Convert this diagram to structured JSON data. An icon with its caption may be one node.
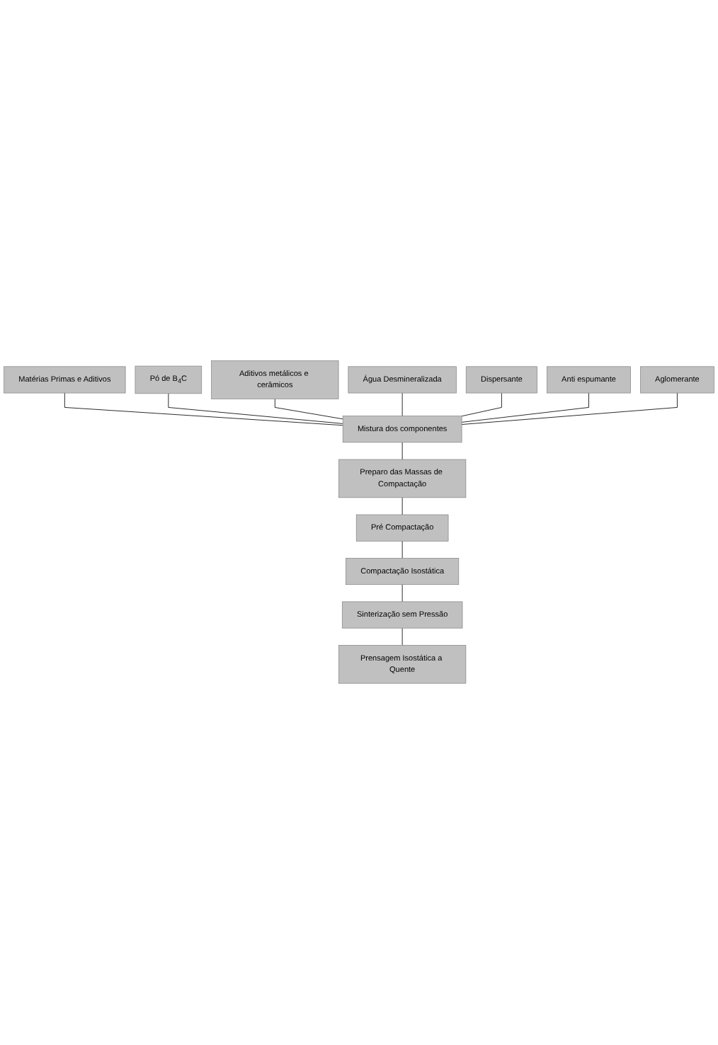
{
  "diagram": {
    "nodes": [
      {
        "text": [
          "Matérias Primas e Aditivos"
        ]
      },
      {
        "text": [
          "Pó de B$_{4}$C"
        ]
      },
      {
        "text": [
          "Aditivos metálicos e cerâmicos"
        ]
      },
      {
        "text": [
          "Água Desmineralizada"
        ]
      },
      {
        "text": [
          "Dispersante"
        ]
      },
      {
        "text": [
          "Anti espumante"
        ]
      },
      {
        "text": [
          "Aglomerante"
        ]
      },
      {
        "text": [
          "Mistura dos componentes"
        ]
      },
      {
        "text": [
          "Preparo das Massas de Compactação"
        ]
      },
      {
        "text": [
          "Pré Compactação"
        ]
      },
      {
        "text": [
          "Compactação Isostática"
        ]
      },
      {
        "text": [
          "Sinterização sem Pressão"
        ]
      },
      {
        "text": [
          "Prensagem Isostática a Quente"
        ]
      }
    ],
    "edges": [
      {
        "from": 0,
        "to": 7,
        "arrow": "none"
      },
      {
        "from": 1,
        "to": 7,
        "arrow": "none"
      },
      {
        "from": 2,
        "to": 7,
        "arrow": "none"
      },
      {
        "from": 3,
        "to": 7,
        "arrow": "none"
      },
      {
        "from": 4,
        "to": 7,
        "arrow": "none"
      },
      {
        "from": 5,
        "to": 7,
        "arrow": "none"
      },
      {
        "from": 6,
        "to": 7,
        "arrow": "none"
      },
      {
        "from": 7,
        "to": 8,
        "arrow": "none"
      },
      {
        "from": 8,
        "to": 9,
        "arrow": "none"
      },
      {
        "from": 9,
        "to": 10,
        "arrow": "none"
      },
      {
        "from": 10,
        "to": 11,
        "arrow": "none"
      },
      {
        "from": 11,
        "to": 12,
        "arrow": "none"
      }
    ]
  }
}
